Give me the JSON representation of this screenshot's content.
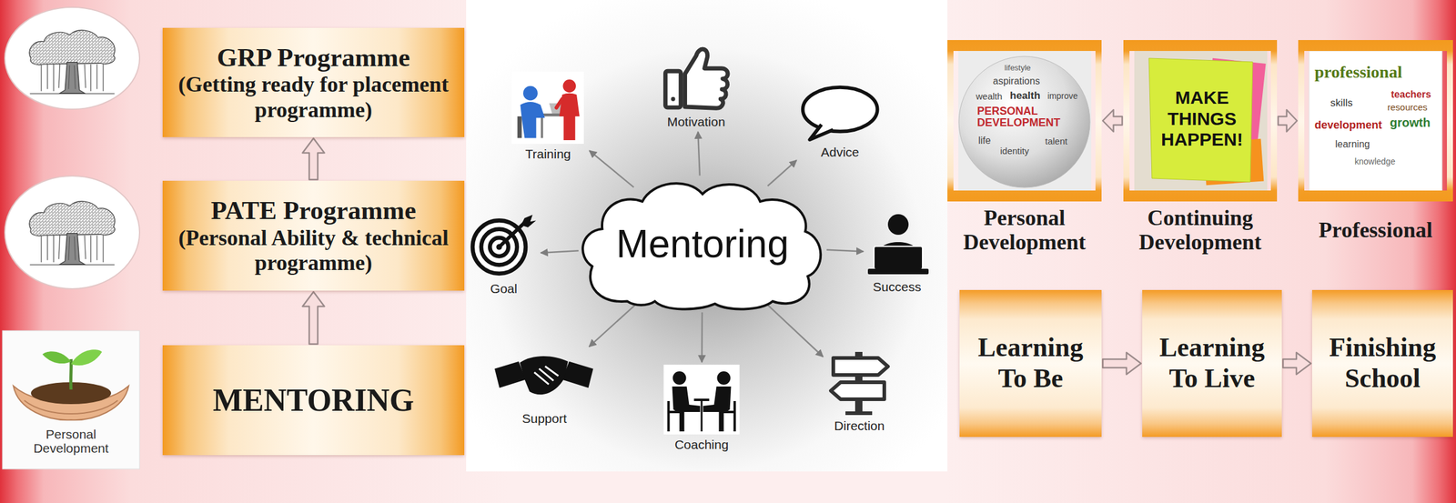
{
  "diagram": {
    "nodes": [
      {
        "text": [
          "GRP Programme",
          "(Getting ready for placement programme)"
        ]
      },
      {
        "text": [
          "PATE Programme",
          "(Personal Ability & technical programme)"
        ]
      },
      {
        "text": [
          "MENTORING"
        ]
      },
      {
        "text": [
          "Mentoring"
        ]
      },
      {
        "text": [
          "Training"
        ]
      },
      {
        "text": [
          "Motivation"
        ]
      },
      {
        "text": [
          "Advice"
        ]
      },
      {
        "text": [
          "Goal"
        ]
      },
      {
        "text": [
          "Success"
        ]
      },
      {
        "text": [
          "Support"
        ]
      },
      {
        "text": [
          "Coaching"
        ]
      },
      {
        "text": [
          "Direction"
        ]
      },
      {
        "text": [
          "Personal Development"
        ]
      },
      {
        "text": [
          "Continuing Development"
        ]
      },
      {
        "text": [
          "Professional"
        ]
      },
      {
        "text": [
          "Learning To Be"
        ]
      },
      {
        "text": [
          "Learning To Live"
        ]
      },
      {
        "text": [
          "Finishing School"
        ]
      }
    ],
    "edges": [
      {
        "from": 2,
        "to": 1,
        "arrow": "to"
      },
      {
        "from": 1,
        "to": 0,
        "arrow": "to"
      },
      {
        "from": 3,
        "to": 4,
        "arrow": "to"
      },
      {
        "from": 3,
        "to": 5,
        "arrow": "to"
      },
      {
        "from": 3,
        "to": 6,
        "arrow": "to"
      },
      {
        "from": 3,
        "to": 7,
        "arrow": "to"
      },
      {
        "from": 3,
        "to": 8,
        "arrow": "to"
      },
      {
        "from": 3,
        "to": 9,
        "arrow": "to"
      },
      {
        "from": 3,
        "to": 10,
        "arrow": "to"
      },
      {
        "from": 3,
        "to": 11,
        "arrow": "to"
      },
      {
        "from": 13,
        "to": 12,
        "arrow": "to"
      },
      {
        "from": 13,
        "to": 14,
        "arrow": "to"
      },
      {
        "from": 15,
        "to": 16,
        "arrow": "to"
      },
      {
        "from": 16,
        "to": 17,
        "arrow": "to"
      }
    ],
    "labels": [
      "Personal Development",
      "lifestyle",
      "aspirations",
      "wealth",
      "health",
      "PERSONAL DEVELOPMENT",
      "improve",
      "life",
      "identity",
      "talent",
      "MAKE THINGS HAPPEN!",
      "professional",
      "teachers",
      "resources",
      "growth",
      "development",
      "skills",
      "learning",
      "knowledge"
    ]
  }
}
